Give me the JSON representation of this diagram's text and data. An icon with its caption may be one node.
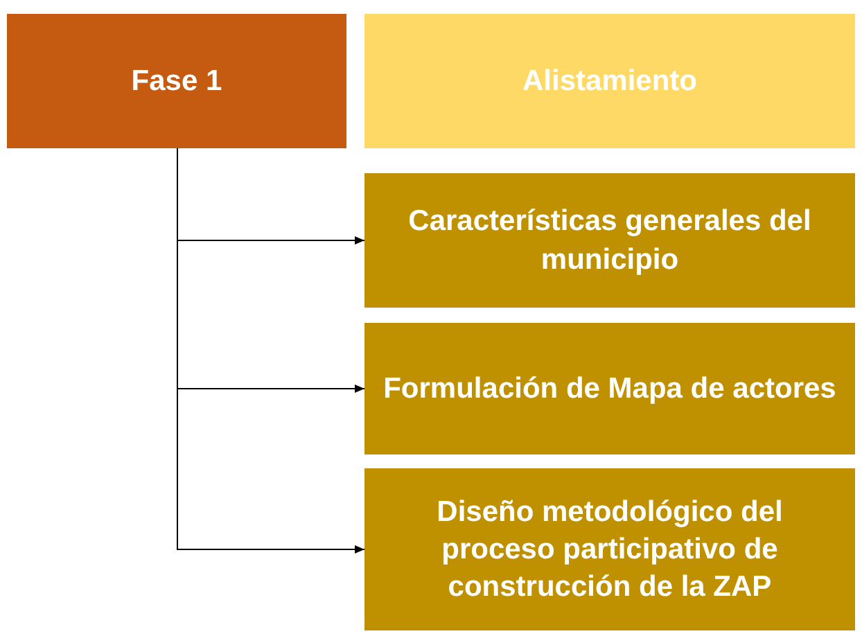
{
  "diagram": {
    "nodes": [
      {
        "text": [
          "Fase 1"
        ]
      },
      {
        "text": [
          "Alistamiento"
        ]
      },
      {
        "text": [
          "Características generales del municipio"
        ]
      },
      {
        "text": [
          "Formulación de Mapa de actores"
        ]
      },
      {
        "text": [
          "Diseño metodológico del proceso participativo de construcción de la ZAP"
        ]
      }
    ],
    "edges": [
      {
        "from": 0,
        "to": 2,
        "arrow": "to"
      },
      {
        "from": 0,
        "to": 3,
        "arrow": "to"
      },
      {
        "from": 0,
        "to": 4,
        "arrow": "to"
      }
    ]
  }
}
